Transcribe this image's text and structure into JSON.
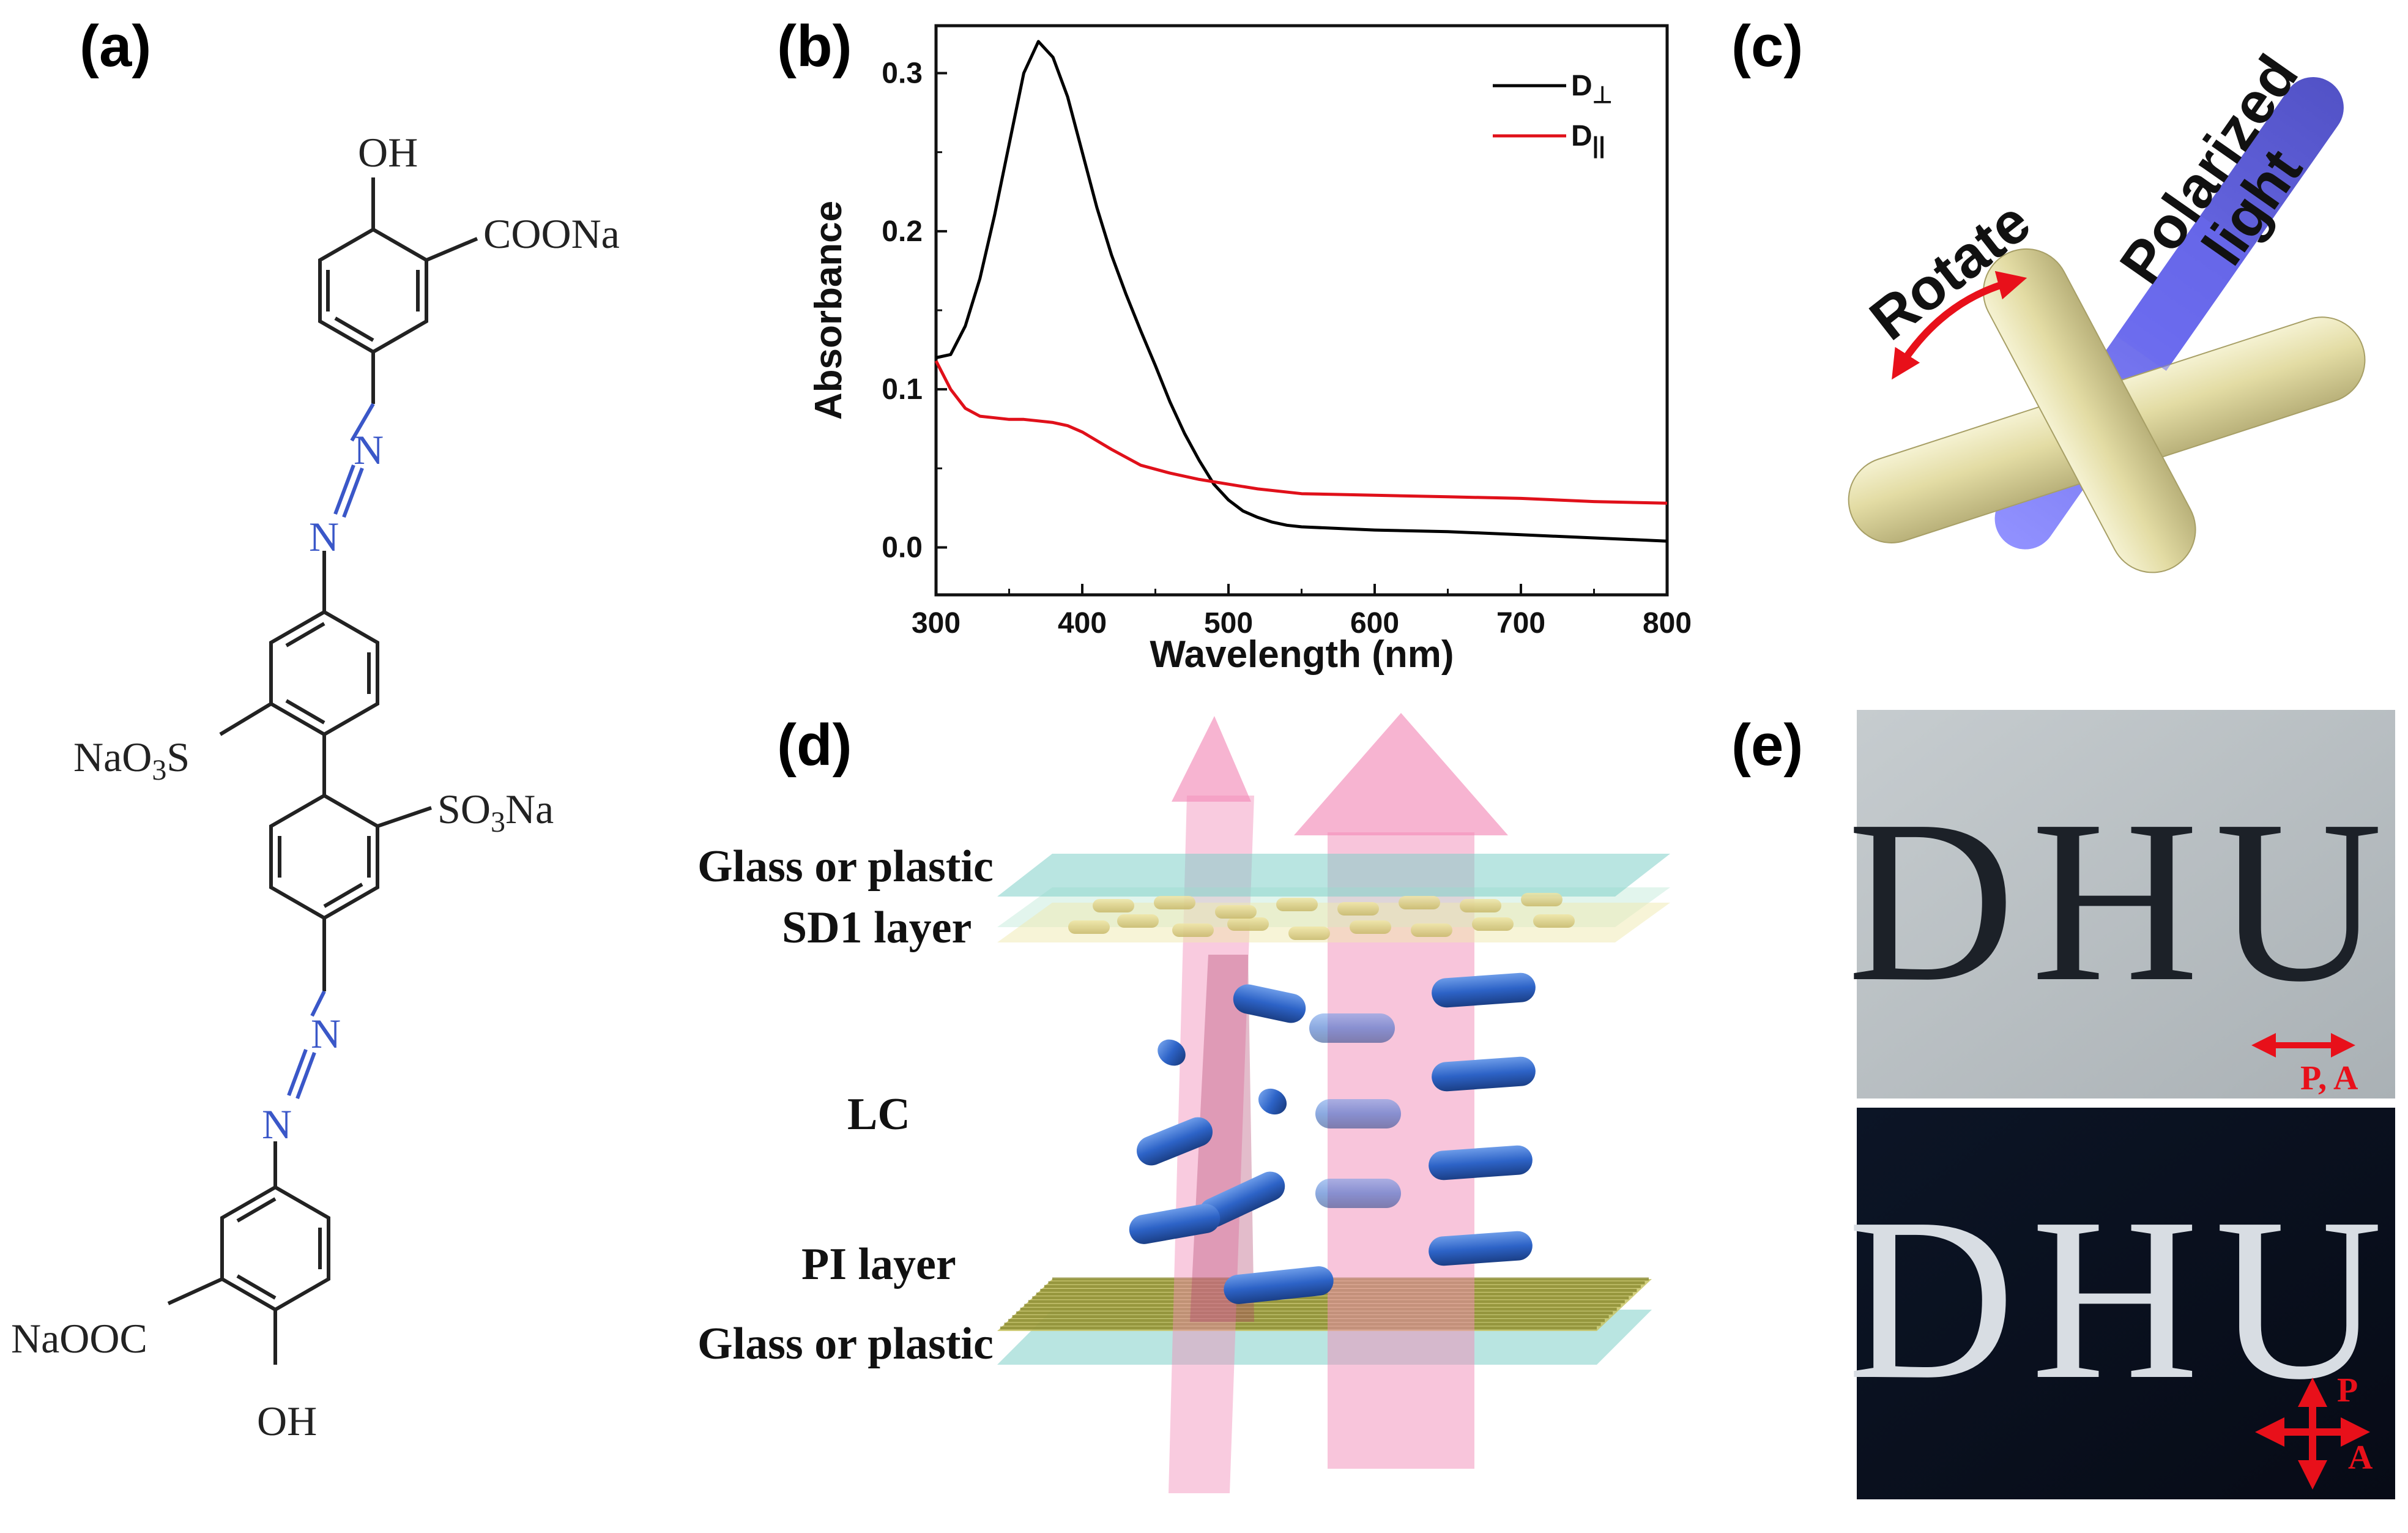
{
  "panels": {
    "a": {
      "label": "(a)"
    },
    "b": {
      "label": "(b)"
    },
    "c": {
      "label": "(c)"
    },
    "d": {
      "label": "(d)"
    },
    "e": {
      "label": "(e)"
    }
  },
  "molecule": {
    "labels": {
      "oh_top": "OH",
      "coona": "COONa",
      "n1": "N",
      "n2": "N",
      "nao3s_pre": "NaO",
      "nao3s_sub": "3",
      "nao3s_post": "S",
      "so3na_pre": "SO",
      "so3na_sub": "3",
      "so3na_post": "Na",
      "n3": "N",
      "n4": "N",
      "naooc": "NaOOC",
      "oh_bottom": "OH"
    }
  },
  "chart_data": {
    "type": "line",
    "xlabel": "Wavelength (nm)",
    "ylabel": "Absorbance",
    "xlim": [
      300,
      800
    ],
    "ylim": [
      -0.03,
      0.33
    ],
    "xticks": [
      "300",
      "400",
      "500",
      "600",
      "700",
      "800"
    ],
    "yticks": [
      "0.0",
      "0.1",
      "0.2",
      "0.3"
    ],
    "grid": false,
    "legend_position": "top-right",
    "series": [
      {
        "name": "D⊥",
        "color": "#000000",
        "x": [
          300,
          310,
          320,
          330,
          340,
          350,
          360,
          370,
          380,
          390,
          400,
          410,
          420,
          430,
          440,
          450,
          460,
          470,
          480,
          490,
          500,
          510,
          520,
          530,
          540,
          550,
          575,
          600,
          650,
          700,
          750,
          800
        ],
        "y": [
          0.12,
          0.122,
          0.14,
          0.17,
          0.21,
          0.255,
          0.3,
          0.32,
          0.31,
          0.285,
          0.25,
          0.215,
          0.185,
          0.16,
          0.137,
          0.115,
          0.092,
          0.072,
          0.055,
          0.04,
          0.03,
          0.023,
          0.019,
          0.016,
          0.014,
          0.013,
          0.012,
          0.011,
          0.01,
          0.008,
          0.006,
          0.004
        ]
      },
      {
        "name": "D||",
        "color": "#e0101a",
        "x": [
          300,
          310,
          320,
          330,
          340,
          350,
          360,
          370,
          380,
          390,
          400,
          420,
          440,
          460,
          480,
          500,
          520,
          550,
          600,
          650,
          700,
          750,
          800
        ],
        "y": [
          0.118,
          0.1,
          0.088,
          0.083,
          0.082,
          0.081,
          0.081,
          0.08,
          0.079,
          0.077,
          0.073,
          0.062,
          0.052,
          0.047,
          0.043,
          0.04,
          0.037,
          0.034,
          0.033,
          0.032,
          0.031,
          0.029,
          0.028
        ]
      }
    ]
  },
  "legend": {
    "perp_base": "D",
    "perp_sub": "⊥",
    "par_base": "D",
    "par_sub": "||"
  },
  "rotate_diagram": {
    "rotate_label": "Rotate",
    "light_line1": "Polarized",
    "light_line2": "light"
  },
  "lc_cell": {
    "top_glass": "Glass or plastic",
    "sd1": "SD1 layer",
    "lc": "LC",
    "pi": "PI layer",
    "bottom_glass": "Glass or plastic"
  },
  "photos": {
    "top": {
      "text": "DHU",
      "polarizer": "P, A"
    },
    "bottom": {
      "text": "DHU",
      "p": "P",
      "a": "A"
    }
  },
  "colors": {
    "azo_n": "#3a57c8",
    "rod_yellow": "#e2dca0",
    "beam_blue": "#6a6af0",
    "lc_rod": "#2c64c8",
    "glass": "#7fd0c8",
    "beam_pink": "#f28cb8",
    "arrow_red": "#e8101a"
  }
}
